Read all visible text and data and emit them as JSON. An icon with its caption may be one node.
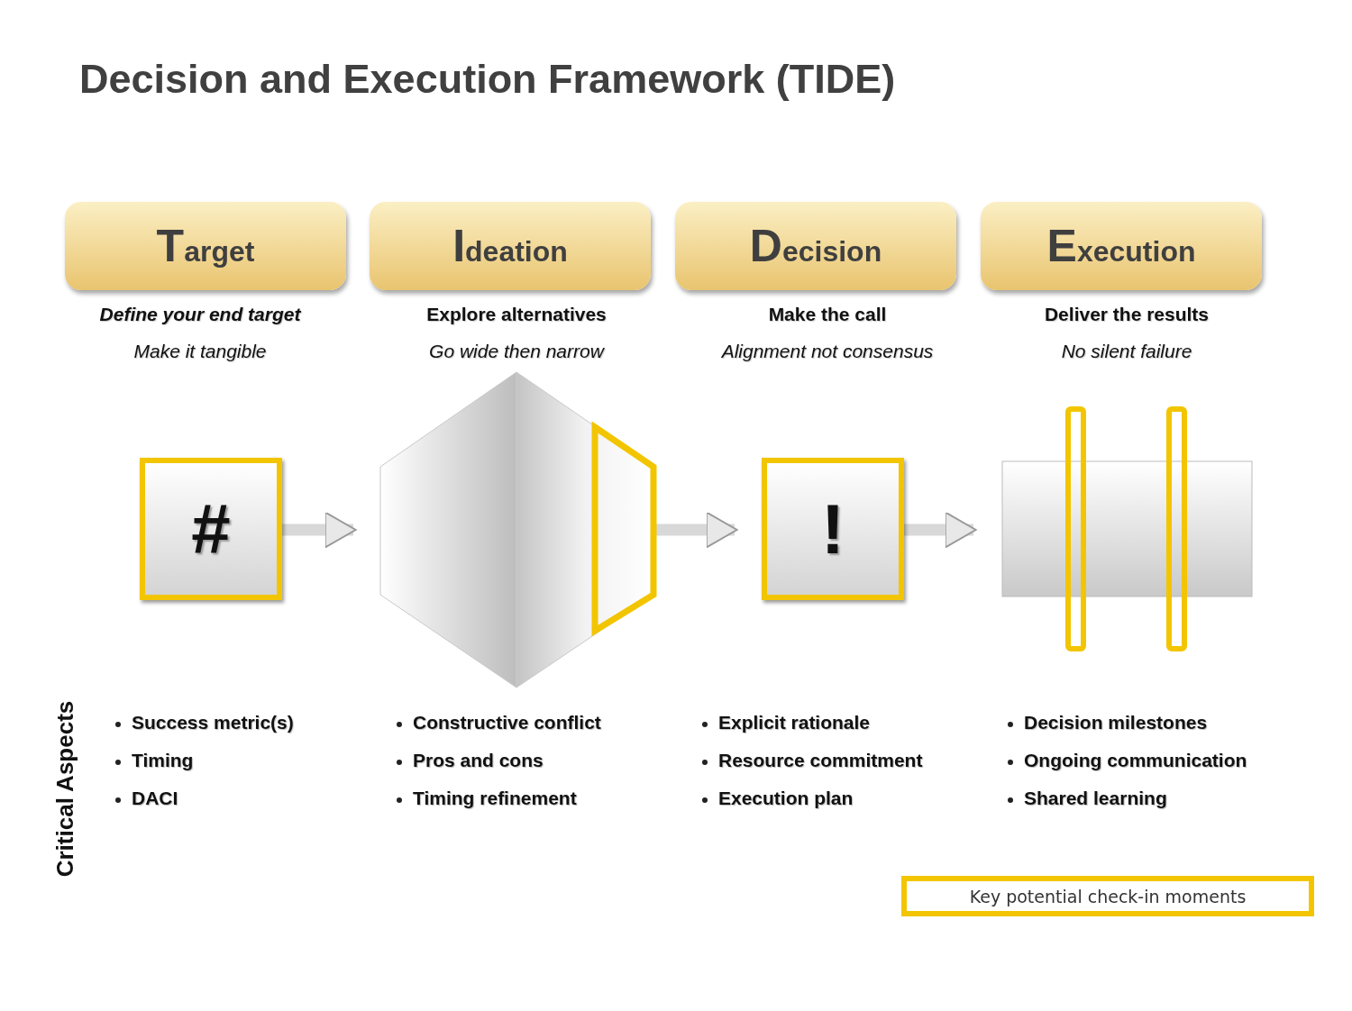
{
  "diagram": {
    "title": "Decision and Execution Framework (TIDE)",
    "nodes": [
      {
        "text": [
          "Target"
        ]
      },
      {
        "text": [
          "Ideation"
        ]
      },
      {
        "text": [
          "Decision"
        ]
      },
      {
        "text": [
          "Execution"
        ]
      },
      {
        "text": [
          "#"
        ]
      },
      {
        "text": [],
        "shape": "hexagon"
      },
      {
        "text": [
          "!"
        ]
      },
      {
        "text": [],
        "shape": "bar"
      }
    ],
    "edges": [
      {
        "from": 4,
        "to": 5,
        "arrow": "to"
      },
      {
        "from": 5,
        "to": 6,
        "arrow": "to"
      },
      {
        "from": 6,
        "to": 7,
        "arrow": "to"
      }
    ],
    "labels": [
      "Define your end target",
      "Explore alternatives",
      "Make the call",
      "Deliver the results",
      "Make it tangible",
      "Go wide then narrow",
      "Alignment not consensus",
      "No silent failure",
      "Critical Aspects",
      "Success metric(s)",
      "Timing",
      "DACI",
      "Constructive conflict",
      "Pros and cons",
      "Timing refinement",
      "Explicit rationale",
      "Resource commitment",
      "Execution plan",
      "Decision milestones",
      "Ongoing communication",
      "Shared learning"
    ],
    "legend": [
      {
        "text": "Key potential check-in moments"
      }
    ]
  }
}
